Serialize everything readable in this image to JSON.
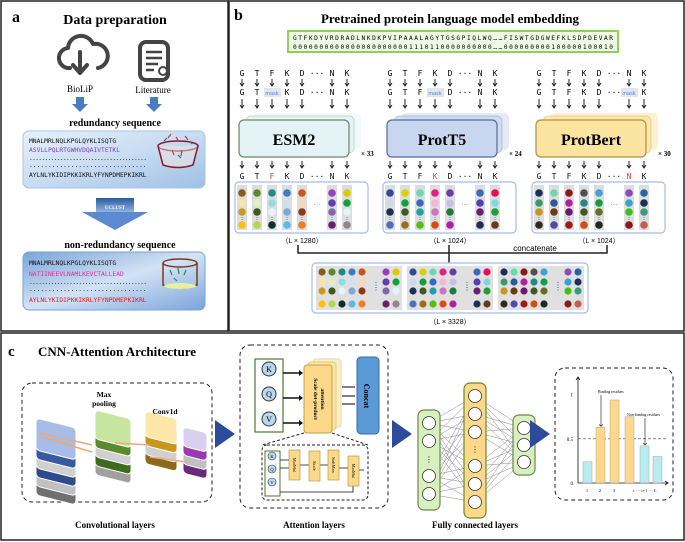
{
  "panel_a": {
    "label": "a",
    "title": "Data  preparation",
    "source1": "BioLiP",
    "source2": "Literature",
    "redundancy_title": "redundancy sequence",
    "redundancy_lines": [
      "MNALMRLNQLKPGLQYKLISQTG",
      "ASVLLPQLRTGWHVDQAIVTETKL",
      "......................................",
      "...............................",
      "AYLNLYKIDIPKKIKRLYFYNPDMEPKIKRL"
    ],
    "uclust_label": "UCLUST",
    "nonredundancy_title": "non-redundancy sequence",
    "nonredundancy_lines": [
      "MNALMRLNQLKPGLQYKLISQTG",
      "NATIINEEVLNAMLKEVCTALLEAD",
      "......................................",
      "...............................",
      "AYLNLYKIDIPKKIKRLYFYNPDMEPKIKRL"
    ],
    "icons": [
      "cloud-download-icon",
      "document-search-icon"
    ]
  },
  "panel_b": {
    "label": "b",
    "title": "Pretrained protein language model embedding",
    "sequence": "GTFKDYVRDRADLNKDKPVIPAAALAGYTGSGPIQLWQ……FISWTGDGWEFKLSDPDEVAR",
    "labels": "00000000000000000000001110110000000000……000000000100000100010",
    "mask_label": "mask",
    "models": [
      {
        "name": "ESM2",
        "repeat": "× 33",
        "dim": "（L × 1280）",
        "tokens": [
          "G",
          "T",
          "F",
          "K",
          "D",
          "···",
          "N",
          "K"
        ],
        "masked_index": 2,
        "color": "#e3f3f6",
        "columns": [
          [
            "#8a5a1c",
            "#fde2a0",
            "#c79a28",
            "#ffc107"
          ],
          [
            "#5b8a2c",
            "#e0f0c0",
            "#3e5a1e",
            "#b5d64a"
          ],
          [
            "#1e8a8a",
            "#90dbe8",
            "#e5f5fb",
            "#0e2f2a"
          ],
          [
            "#3c7cc4",
            "#cfe2f3",
            "#7aa8d8",
            "#60b8e8"
          ],
          [
            "#c8561a",
            "#fdd5b5",
            "#8a3a18",
            "#f07e22"
          ],
          [
            "#9a3fbf",
            "#6a3ab0",
            "#7a6aa8",
            "#6a2070"
          ],
          [
            "#e0c800",
            "#10a040",
            "#e5f3fb",
            "#8a8a8a"
          ]
        ]
      },
      {
        "name": "ProtT5",
        "repeat": "× 24",
        "dim": "（L × 1024）",
        "tokens": [
          "G",
          "T",
          "F",
          "K",
          "D",
          "···",
          "N",
          "K"
        ],
        "masked_index": 3,
        "color": "#c9d6f0",
        "columns": [
          [
            "#2f4a9a",
            "#cdd8f0",
            "#1e2e5a",
            "#5070c0"
          ],
          [
            "#d8d000",
            "#10a040",
            "#3e5a1e",
            "#a06a1c"
          ],
          [
            "#6ad8b0",
            "#3a6ac0",
            "#20a0a0",
            "#50c010"
          ],
          [
            "#e0208a",
            "#f5b5d8",
            "#d070c0",
            "#e04a10"
          ],
          [
            "#6a3ab0",
            "#c5c0ea",
            "#1e7a3a",
            "#b020a0"
          ],
          [
            "#3a6ac0",
            "#5040b0",
            "#6a2070",
            "#1e2e5a"
          ],
          [
            "#e80a5a",
            "#7adae0",
            "#20a030",
            "#6a3a14"
          ]
        ]
      },
      {
        "name": "ProtBert",
        "repeat": "× 30",
        "dim": "（L × 1024）",
        "tokens": [
          "G",
          "T",
          "F",
          "K",
          "D",
          "···",
          "N",
          "K"
        ],
        "masked_index": 6,
        "color": "#fbe3a0",
        "columns": [
          [
            "#1e2e5a",
            "#3a9a6a",
            "#c8961a",
            "#2e2a1e"
          ],
          [
            "#6ad8b0",
            "#2e5a9a",
            "#6a3a14",
            "#4a4ab0"
          ],
          [
            "#8a1a1a",
            "#b020a0",
            "#6a1a6a",
            "#a01a1a"
          ],
          [
            "#505050",
            "#1e8a8a",
            "#3e5a1e",
            "#d05010"
          ],
          [
            "#40a0d8",
            "#10a040",
            "#6a6a2a",
            "#1e2a1e"
          ],
          [
            "#8a4ac0",
            "#3aa0d0",
            "#40c010",
            "#8a1a1a"
          ],
          [
            "#1e6aa0",
            "#1e2e5a",
            "#3a9a7a",
            "#c0604a"
          ]
        ]
      }
    ],
    "concatenate_label": "concatenate",
    "combined_dim": "（L × 3328）"
  },
  "panel_c": {
    "label": "c",
    "title": "CNN-Attention Architecture",
    "max_pooling": "Max\npooling",
    "max_pooling_lines": [
      "Max",
      "pooling"
    ],
    "conv1d": "Conv1d",
    "qkv": [
      "K",
      "Q",
      "V"
    ],
    "attention_block": [
      "Scale dot-product",
      "attention"
    ],
    "concat": "Concat",
    "sub_blocks": [
      "MatMul",
      "Scale",
      "SoftMax",
      "MatMul"
    ],
    "sections": [
      "Convolutional layers",
      "Attention layers",
      "Fully connected layers"
    ],
    "chart": {
      "y_ticks": [
        "0",
        "0.5",
        "1"
      ],
      "x_ticks": [
        "1",
        "2",
        "3",
        "i ··· i+1 ··· L"
      ],
      "binding_label": "Binding residues",
      "nonbinding_label": "Non-binding residues",
      "threshold": 0.5
    }
  },
  "chart_data": {
    "type": "bar",
    "categories": [
      "1",
      "2",
      "3",
      "i",
      "i+1",
      "L"
    ],
    "values": [
      0.24,
      0.63,
      0.94,
      0.75,
      0.42,
      0.3
    ],
    "ylim": [
      0,
      1.2
    ],
    "threshold": 0.5,
    "colors": {
      "binding": "#fcd98a",
      "non_binding": "#b8ecee"
    }
  },
  "colors": {
    "arrow_blue": "#2e4a9a",
    "seq_box": "#8ed05a",
    "mask_red": "#e53935",
    "purple_seq": "#7b3fc4",
    "magenta_seq": "#e0309a",
    "red_seq": "#e02020"
  }
}
